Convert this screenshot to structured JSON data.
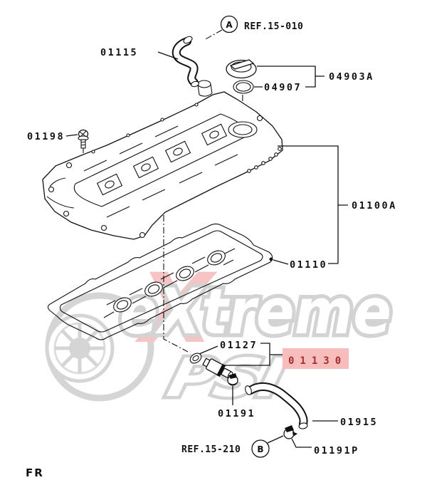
{
  "diagram": {
    "type": "engine rocker cover parts diagram",
    "orientation_label": "FR"
  },
  "refs": {
    "top": "REF.15-010",
    "top_marker": "A",
    "bottom": "REF.15-210",
    "bottom_marker": "B"
  },
  "parts": {
    "p01115": "01115",
    "p04903A": "04903A",
    "p04907": "04907",
    "p01198": "01198",
    "p01100A": "01100A",
    "p01110": "01110",
    "p01127": "01127",
    "p01130": "01130",
    "p01191": "01191",
    "p01915": "01915",
    "p01191P": "01191P"
  },
  "highlighted_part": "01130",
  "watermark": {
    "word1": "eXtreme",
    "word2": "PSI",
    "accent": "X"
  },
  "colors": {
    "line": "#111111",
    "background": "#ffffff",
    "highlight_bg": "#f7bcbc",
    "highlight_text": "#a03030",
    "watermark_gray": "#c9c9c9",
    "watermark_red": "#f4b6b6"
  }
}
